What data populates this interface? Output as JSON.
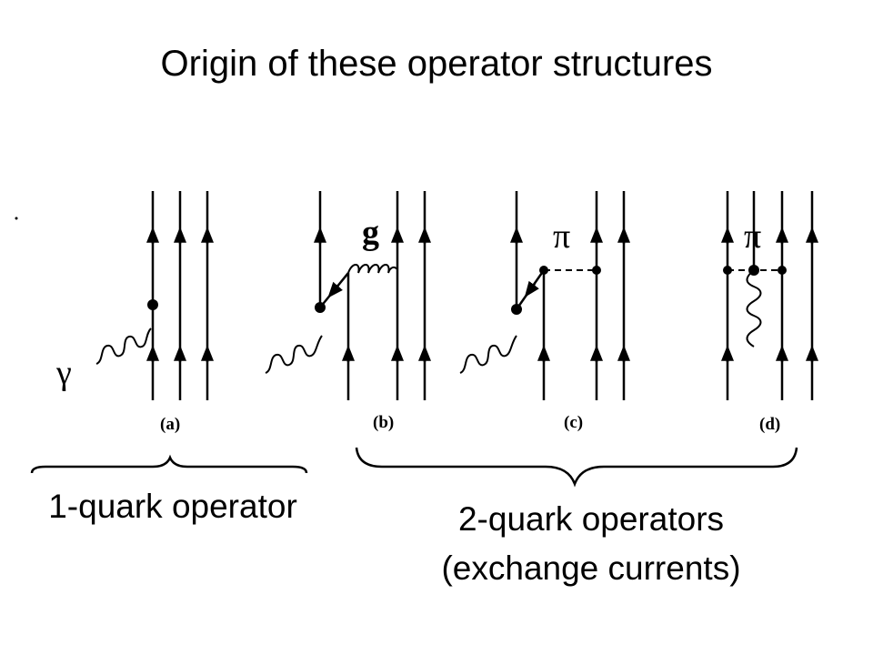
{
  "title": "Origin of these operator structures",
  "diagrams": [
    {
      "label": "(a)",
      "boson": "γ"
    },
    {
      "label": "(b)",
      "boson": "g"
    },
    {
      "label": "(c)",
      "boson": "π"
    },
    {
      "label": "(d)",
      "boson": "π"
    }
  ],
  "groups": {
    "one_quark": "1-quark operator",
    "two_quark_line1": "2-quark operators",
    "two_quark_line2": "(exchange currents)"
  }
}
